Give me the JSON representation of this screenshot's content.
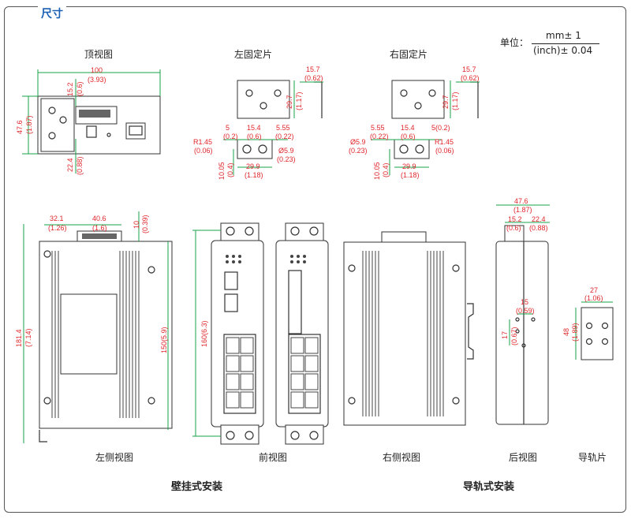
{
  "section_title": "尺寸",
  "unit": {
    "label": "单位：",
    "num": "mm±  1",
    "den": "(inch)±  0.04"
  },
  "views": {
    "top": "顶视图",
    "left_bracket": "左固定片",
    "right_bracket": "右固定片",
    "left_side": "左侧视图",
    "front": "前视图",
    "right_side": "右侧视图",
    "rear": "后视图",
    "rail": "导轨片"
  },
  "mounting": {
    "wall": "壁挂式安装",
    "din": "导轨式安装"
  },
  "dims": {
    "top": {
      "w": "100",
      "w_in": "(3.93)",
      "d1": "15.2",
      "d1_in": "(0.6)",
      "h": "47.6",
      "h_in": "(1.87)",
      "d2": "22.4",
      "d2_in": "(0.88)"
    },
    "lb": {
      "t": "15.7",
      "t_in": "(0.62)",
      "h": "29.7",
      "h_in": "(1.17)",
      "a": "5",
      "a_in": "(0.2)",
      "b": "15.4",
      "b_in": "(0.6)",
      "c": "5.55",
      "c_in": "(0.22)",
      "r": "R1.45",
      "r_in": "(0.06)",
      "d": "Ø5.9",
      "d_in": "(0.23)",
      "e": "10.05",
      "e_in": "(0.4)",
      "w": "29.9",
      "w_in": "(1.18)"
    },
    "rb": {
      "t": "15.7",
      "t_in": "(0.62)",
      "h": "29.7",
      "h_in": "(1.17)",
      "a": "5.55",
      "a_in": "(0.22)",
      "b": "15.4",
      "b_in": "(0.6)",
      "c": "5(0.2)",
      "r": "R1.45",
      "r_in": "(0.06)",
      "d": "Ø5.9",
      "d_in": "(0.23)",
      "e": "10.05",
      "e_in": "(0.4)",
      "w": "29.9",
      "w_in": "(1.18)"
    },
    "ls": {
      "a": "32.1",
      "a_in": "(1.26)",
      "b": "40.6",
      "b_in": "(1.6)",
      "c": "10",
      "c_in": "(0.39)",
      "h": "181.4",
      "h_in": "(7.14)",
      "h2": "150(5.9)"
    },
    "front": {
      "h": "160(6.3)"
    },
    "rear": {
      "w": "47.6",
      "w_in": "(1.87)",
      "a": "15.2",
      "a_in": "(0.6)",
      "b": "22.4",
      "b_in": "(0.88)",
      "c": "15",
      "c_in": "(0.59)",
      "d": "17",
      "d_in": "(0.67)"
    },
    "rail": {
      "w": "27",
      "w_in": "(1.06)",
      "h": "48",
      "h_in": "(1.89)"
    }
  }
}
